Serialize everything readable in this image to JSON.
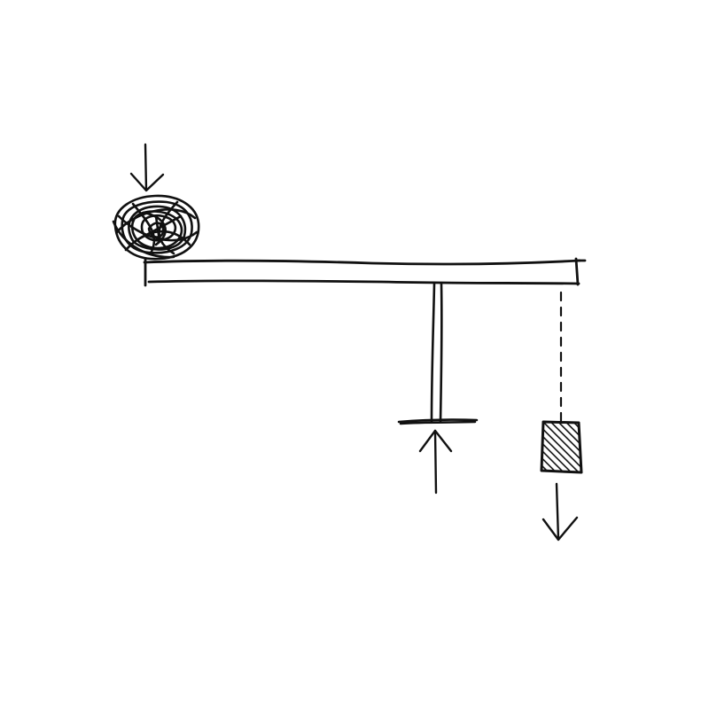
{
  "diagram": {
    "elements": [
      "downward-arrow-above-mass",
      "scribbled-round-mass",
      "horizontal-beam",
      "vertical-support-post",
      "upward-arrow-below-support",
      "dashed-hanging-string",
      "hatched-hanging-block",
      "downward-arrow-below-block"
    ]
  },
  "colors": {
    "ink": "#111111",
    "background": "#ffffff"
  }
}
